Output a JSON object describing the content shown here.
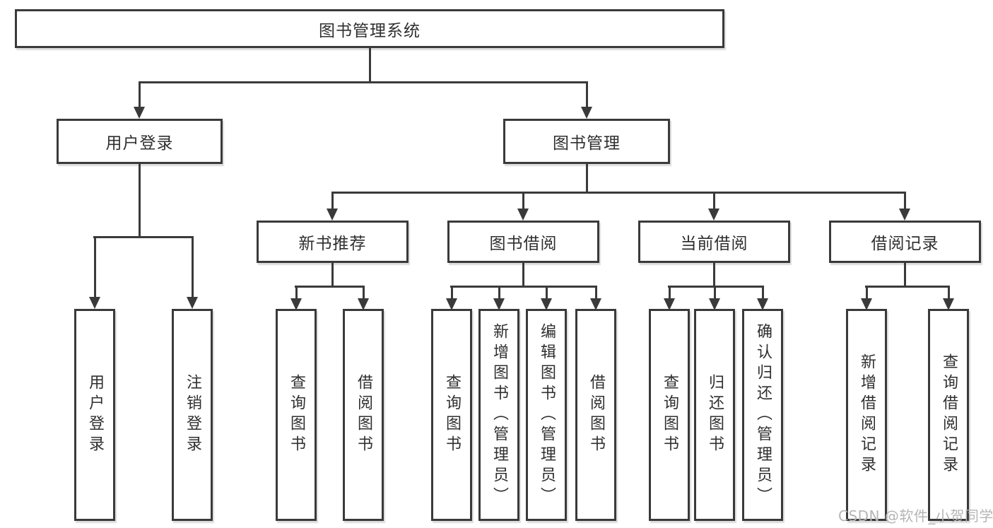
{
  "colors": {
    "line": "#3a3a3a",
    "text": "#2f2f2f",
    "watermark": "#b5b5b5",
    "background": "#ffffff"
  },
  "tree": {
    "root": "图书管理系统",
    "branches": [
      {
        "label": "用户登录",
        "children": [
          "用户登录",
          "注销登录"
        ]
      },
      {
        "label": "图书管理",
        "sections": [
          {
            "label": "新书推荐",
            "children": [
              "查询图书",
              "借阅图书"
            ]
          },
          {
            "label": "图书借阅",
            "children": [
              "查询图书",
              "新增图书（管理员）",
              "编辑图书（管理员）",
              "借阅图书"
            ]
          },
          {
            "label": "当前借阅",
            "children": [
              "查询图书",
              "归还图书",
              "确认归还（管理员）"
            ]
          },
          {
            "label": "借阅记录",
            "children": [
              "新增借阅记录",
              "查询借阅记录"
            ]
          }
        ]
      }
    ]
  },
  "watermark": {
    "text": "CSDN @软件_小贺同学"
  }
}
